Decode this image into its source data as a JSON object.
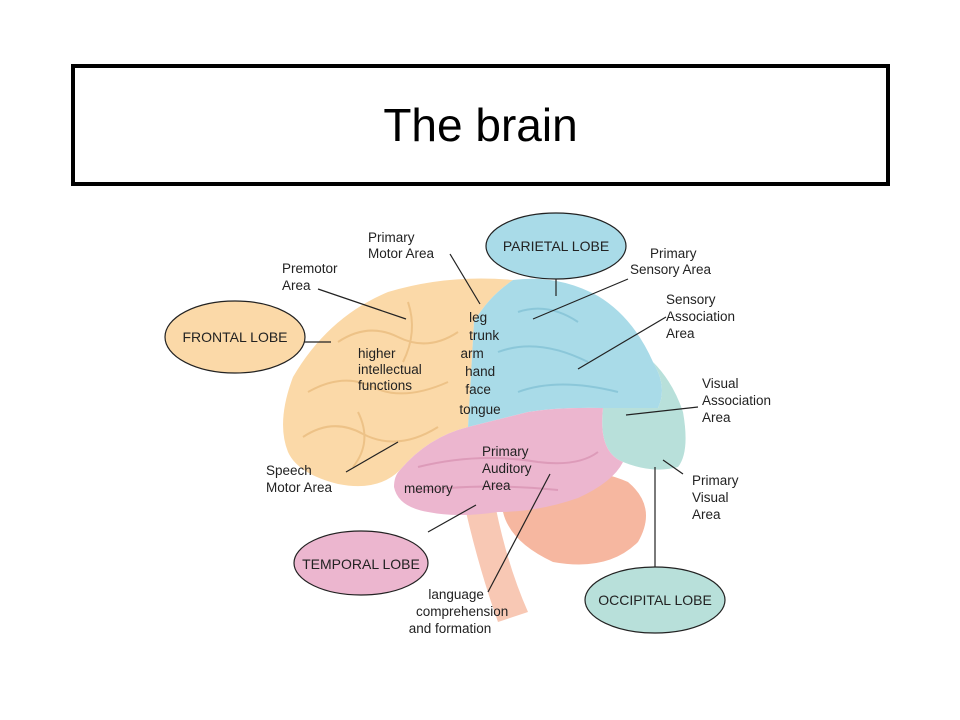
{
  "title": "The brain",
  "colors": {
    "frontal": "#fbd9a8",
    "parietal": "#a9dbe8",
    "temporal": "#ecb6cf",
    "occipital": "#b8e0da",
    "cerebellum": "#f6b7a0",
    "brainstem": "#f8c8b4",
    "lines": "#222222"
  },
  "lobes": {
    "frontal": "FRONTAL LOBE",
    "parietal": "PARIETAL LOBE",
    "temporal": "TEMPORAL LOBE",
    "occipital": "OCCIPITAL LOBE"
  },
  "labels": {
    "primary_motor_area": [
      "Primary",
      "Motor Area"
    ],
    "premotor_area": [
      "Premotor",
      "Area"
    ],
    "primary_sensory_area": [
      "Primary",
      "Sensory Area"
    ],
    "sensory_association_area": [
      "Sensory",
      "Association",
      "Area"
    ],
    "visual_association_area": [
      "Visual",
      "Association",
      "Area"
    ],
    "primary_visual_area": [
      "Primary",
      "Visual",
      "Area"
    ],
    "speech_motor_area": [
      "Speech",
      "Motor Area"
    ],
    "higher_intellectual_functions": [
      "higher",
      "intellectual",
      "functions"
    ],
    "body_map": [
      "leg",
      "trunk",
      "arm",
      "hand",
      "face",
      "tongue"
    ],
    "primary_auditory_area": [
      "Primary",
      "Auditory",
      "Area"
    ],
    "memory": "memory",
    "language": [
      "language",
      "comprehension",
      "and formation"
    ]
  }
}
